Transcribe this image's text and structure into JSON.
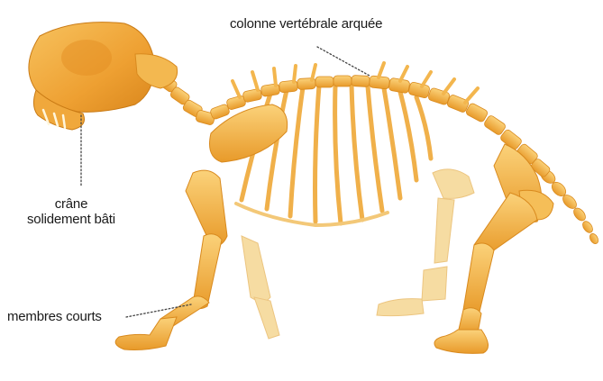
{
  "labels": {
    "spine": "colonne vertébrale arquée",
    "skull_line1": "crâne",
    "skull_line2": "solidement bâti",
    "limbs": "membres courts"
  },
  "colors": {
    "bone_front": "#f2aa3a",
    "bone_mid": "#f7c464",
    "bone_back": "#f6dca2",
    "bone_shadow": "#d98a1e",
    "text": "#1a1a1a"
  }
}
